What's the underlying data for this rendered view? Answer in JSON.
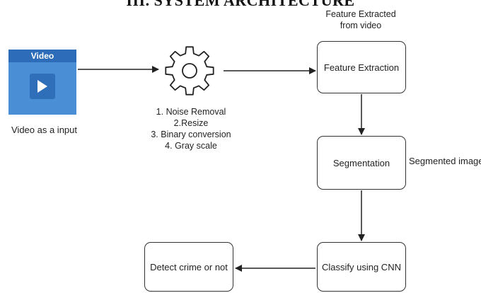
{
  "title": "III. SYSTEM ARCHITECTURE",
  "input": {
    "header": "Video",
    "caption": "Video as a input",
    "play_icon": "play-icon"
  },
  "preprocess": {
    "icon": "gear-icon",
    "steps": [
      "1. Noise Removal",
      "2.Resize",
      "3. Binary conversion",
      "4. Gray scale"
    ]
  },
  "feature_note": [
    "Feature Extracted",
    "from video"
  ],
  "boxes": {
    "feature_extraction": "Feature Extraction",
    "segmentation": "Segmentation",
    "classify": "Classify using CNN",
    "detect": "Detect crime or not"
  },
  "segmented_note": "Segmented image",
  "colors": {
    "video_bg": "#4a8fd6",
    "video_header": "#2d6cb8",
    "line": "#222222"
  }
}
